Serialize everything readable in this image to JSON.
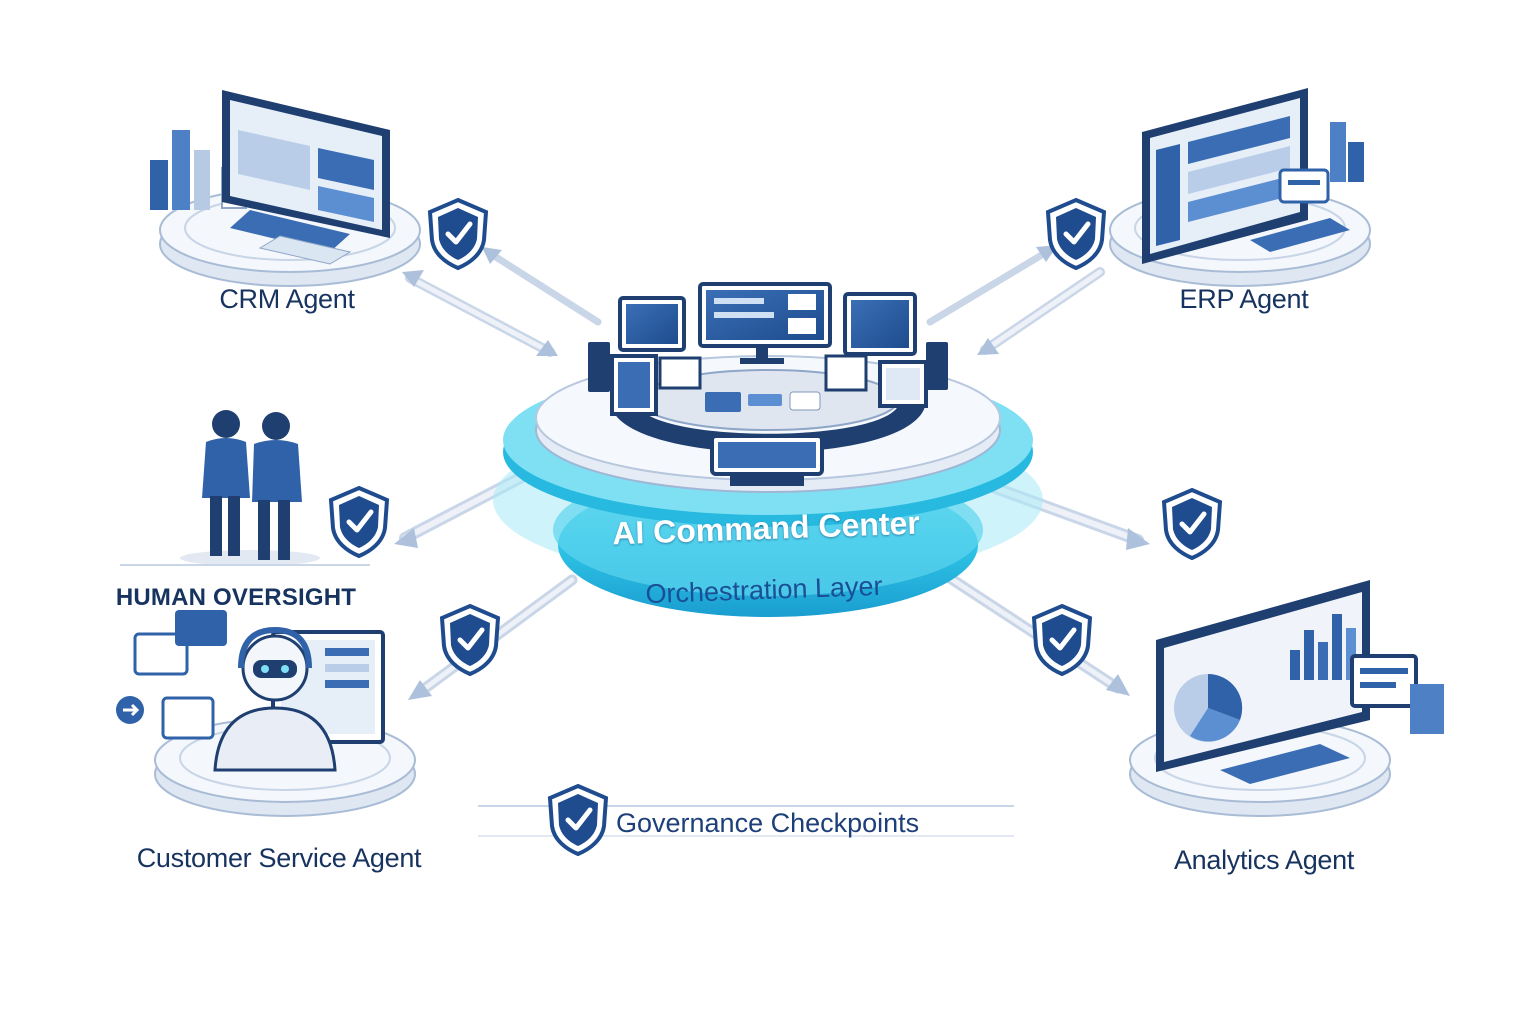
{
  "center": {
    "title": "AI Command Center",
    "subtitle": "Orchestration Layer"
  },
  "agents": [
    {
      "id": "crm",
      "label": "CRM Agent",
      "icon": "desktop-monitor-icon"
    },
    {
      "id": "erp",
      "label": "ERP Agent",
      "icon": "desktop-monitor-icon"
    },
    {
      "id": "customer-service",
      "label": "Customer Service Agent",
      "icon": "robot-support-icon"
    },
    {
      "id": "analytics",
      "label": "Analytics Agent",
      "icon": "analytics-dashboard-icon"
    }
  ],
  "oversight": {
    "label": "HUMAN OVERSIGHT",
    "icon": "people-icon"
  },
  "governance": {
    "label": "Governance Checkpoints",
    "icon": "shield-check-icon"
  },
  "colors": {
    "navy": "#17335f",
    "blue": "#2f62a8",
    "cyan": "#35c8e8",
    "light_blue": "#dbe6f3",
    "shield": "#1f4c8f"
  }
}
